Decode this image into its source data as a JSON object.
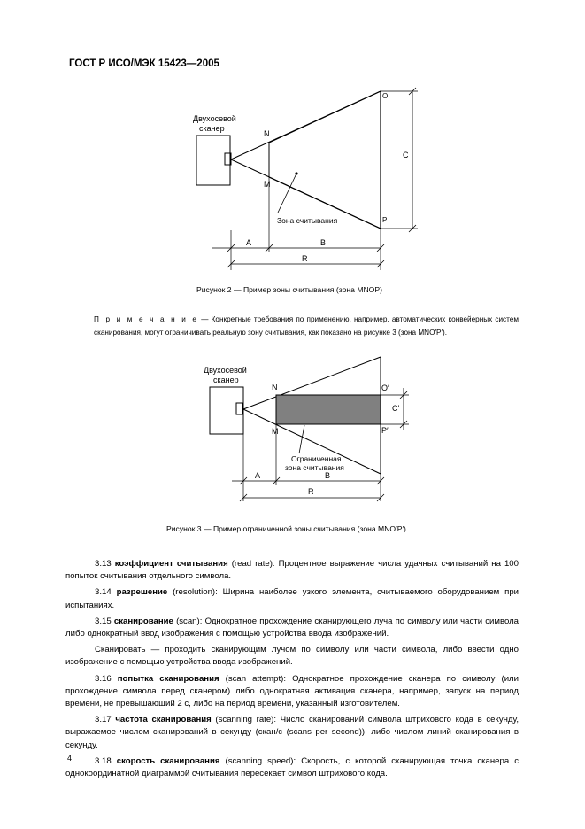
{
  "header": {
    "doc_id": "ГОСТ Р ИСО/МЭК 15423—2005"
  },
  "figure2": {
    "scanner_label_line1": "Двухосевой",
    "scanner_label_line2": "сканер",
    "zone_label": "Зона считывания",
    "point_n": "N",
    "point_m": "M",
    "point_o": "O",
    "point_p": "P",
    "dim_c": "C",
    "dim_a": "A",
    "dim_b": "B",
    "dim_r": "R",
    "caption": "Рисунок 2 — Пример зоны считывания (зона MNOP)"
  },
  "note": {
    "lead": "П р и м е ч а н и е",
    "text": " — Конкретные требования по применению, например, автоматических конвейерных систем сканирования, могут ограничивать реальную зону считывания, как показано на рисунке 3 (зона MNO′P′)."
  },
  "figure3": {
    "scanner_label_line1": "Двухосевой",
    "scanner_label_line2": "сканер",
    "zone_label_line1": "Ограниченная",
    "zone_label_line2": "зона считывания",
    "point_n": "N",
    "point_m": "M",
    "point_o": "O′",
    "point_p": "P′",
    "dim_c": "C′",
    "dim_a": "A",
    "dim_b": "B",
    "dim_r": "R",
    "caption": "Рисунок 3 — Пример ограниченной зоны считывания (зона MNO′P′)"
  },
  "definitions": [
    {
      "num": "3.13",
      "term": "коэффициент считывания",
      "en": "(read rate):",
      "text": "Процентное выражение числа удачных считываний на 100 попыток считывания отдельного символа."
    },
    {
      "num": "3.14",
      "term": "разрешение",
      "en": "(resolution):",
      "text": "Ширина наиболее узкого элемента, считываемого оборудованием при испытаниях."
    },
    {
      "num": "3.15",
      "term": "сканирование",
      "en": "(scan):",
      "text": "Однократное прохождение сканирующего луча по символу или части символа либо однократный ввод изображения с помощью устройства ввода изображений."
    }
  ],
  "scan_extra": "Сканировать — проходить сканирующим лучом по символу или части символа, либо ввести одно изображение с помощью устройства ввода изображений.",
  "definitions2": [
    {
      "num": "3.16",
      "term": "попытка сканирования",
      "en": "(scan attempt):",
      "text": "Однократное прохождение сканера по символу (или прохождение символа перед сканером) либо однократная активация сканера, например, запуск на период времени, не превышающий 2 с, либо на период времени, указанный изготовителем."
    },
    {
      "num": "3.17",
      "term": "частота сканирования",
      "en": "(scanning rate):",
      "text": "Число сканирований символа штрихового кода в секунду, выражаемое числом сканирований в секунду (скан/с (scans per second)), либо числом линий сканирования в секунду."
    },
    {
      "num": "3.18",
      "term": "скорость сканирования",
      "en": "(scanning speed):",
      "text": "Скорость, с которой сканирующая точка сканера с однокоординатной диаграммой считывания пересекает символ штрихового кода."
    }
  ],
  "page_number": "4"
}
